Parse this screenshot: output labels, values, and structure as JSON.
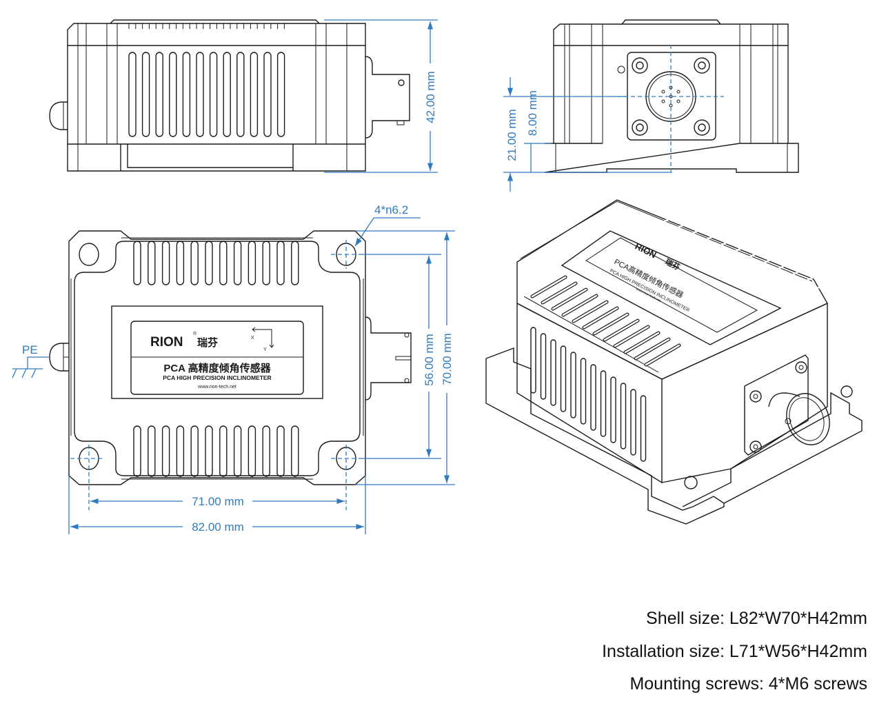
{
  "colors": {
    "dimension": "#2f7bbf",
    "outline": "#1a1a1a",
    "background": "#ffffff"
  },
  "dimensions": {
    "height_side": "42.00 mm",
    "connector_center_height": "21.00 mm",
    "flange_height": "8.00 mm",
    "hole_spec": "4*n6.2",
    "install_width": "56.00 mm",
    "shell_width": "70.00 mm",
    "install_length": "71.00 mm",
    "shell_length": "82.00 mm",
    "ground_label": "PE"
  },
  "label": {
    "brand": "RION",
    "brand_cn": "瑞芬",
    "registered": "®",
    "title_cn": "PCA 高精度倾角传感器",
    "title_iso_cn": "PCA高精度倾角传感器",
    "title_en": "PCA HIGH PRECISION  INCLINOMETER",
    "website": "www.rion-tech.net",
    "axis_x": "X",
    "axis_y": "Y"
  },
  "specs": [
    "Shell size: L82*W70*H42mm",
    "Installation size: L71*W56*H42mm",
    "Mounting screws: 4*M6 screws"
  ]
}
